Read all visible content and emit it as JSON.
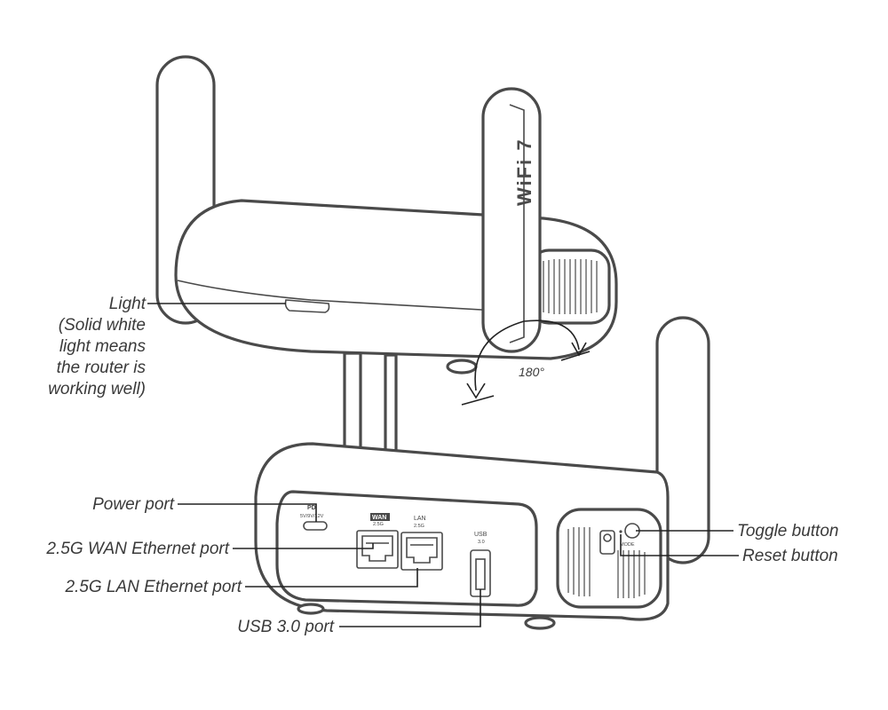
{
  "labels": {
    "light": [
      "Light",
      "(Solid white",
      "light means",
      "the router is",
      "working well)"
    ],
    "power_port": "Power port",
    "wan_port": "2.5G WAN Ethernet port",
    "lan_port": "2.5G LAN Ethernet port",
    "usb_port": "USB 3.0 port",
    "toggle_button": "Toggle button",
    "reset_button": "Reset button",
    "rotation": "180°"
  },
  "device_markings": {
    "antenna_brand": "WiFi 7",
    "pd": "PD",
    "voltage": "5V/9V/12V",
    "wan": "WAN",
    "wan_speed": "2.5G",
    "lan": "LAN",
    "lan_speed": "2.5G",
    "usb": "USB",
    "usb_version": "3.0",
    "mode": "MODE"
  },
  "colors": {
    "outline": "#4a4a4a",
    "leader": "#222222",
    "text": "#3a3a3a"
  }
}
